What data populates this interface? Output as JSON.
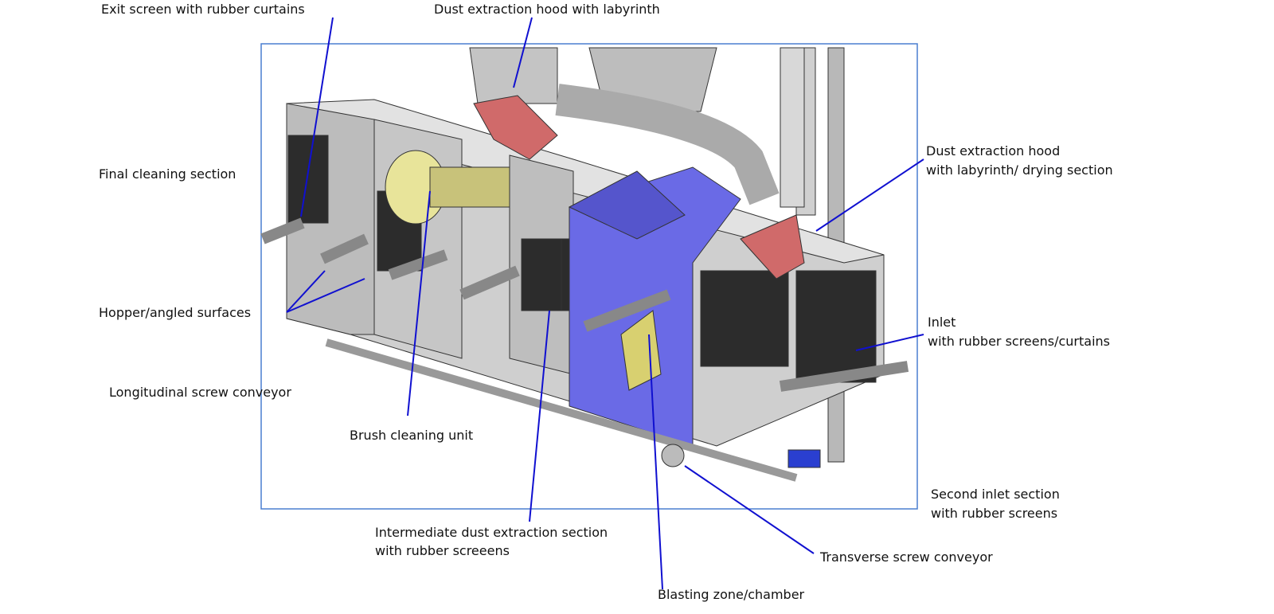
{
  "labels": {
    "exit_screen": "Exit screen with rubber curtains",
    "dust_hood": "Dust extraction hood with labyrinth",
    "final_cleaning": "Final cleaning section",
    "dust_hood_drying_1": "Dust extraction hood",
    "dust_hood_drying_2": "with labyrinth/ drying section",
    "hopper": "Hopper/angled surfaces",
    "inlet_1": "Inlet",
    "inlet_2": "with rubber screens/curtains",
    "longitudinal": "Longitudinal screw conveyor",
    "brush": "Brush cleaning unit",
    "second_inlet_1": "Second inlet section",
    "second_inlet_2": "with rubber screens",
    "intermediate_1": "Intermediate dust extraction section",
    "intermediate_2": "with rubber screeens",
    "transverse": "Transverse screw conveyor",
    "blasting": "Blasting zone/chamber"
  },
  "colors": {
    "frame": "#4a7fd0",
    "leader": "#1010d0",
    "steel": "#c8c8c8",
    "chamber": "#6a6ae6",
    "hood": "#d06a6a",
    "brush": "#e8e49a",
    "screen": "#2c2c2c"
  }
}
